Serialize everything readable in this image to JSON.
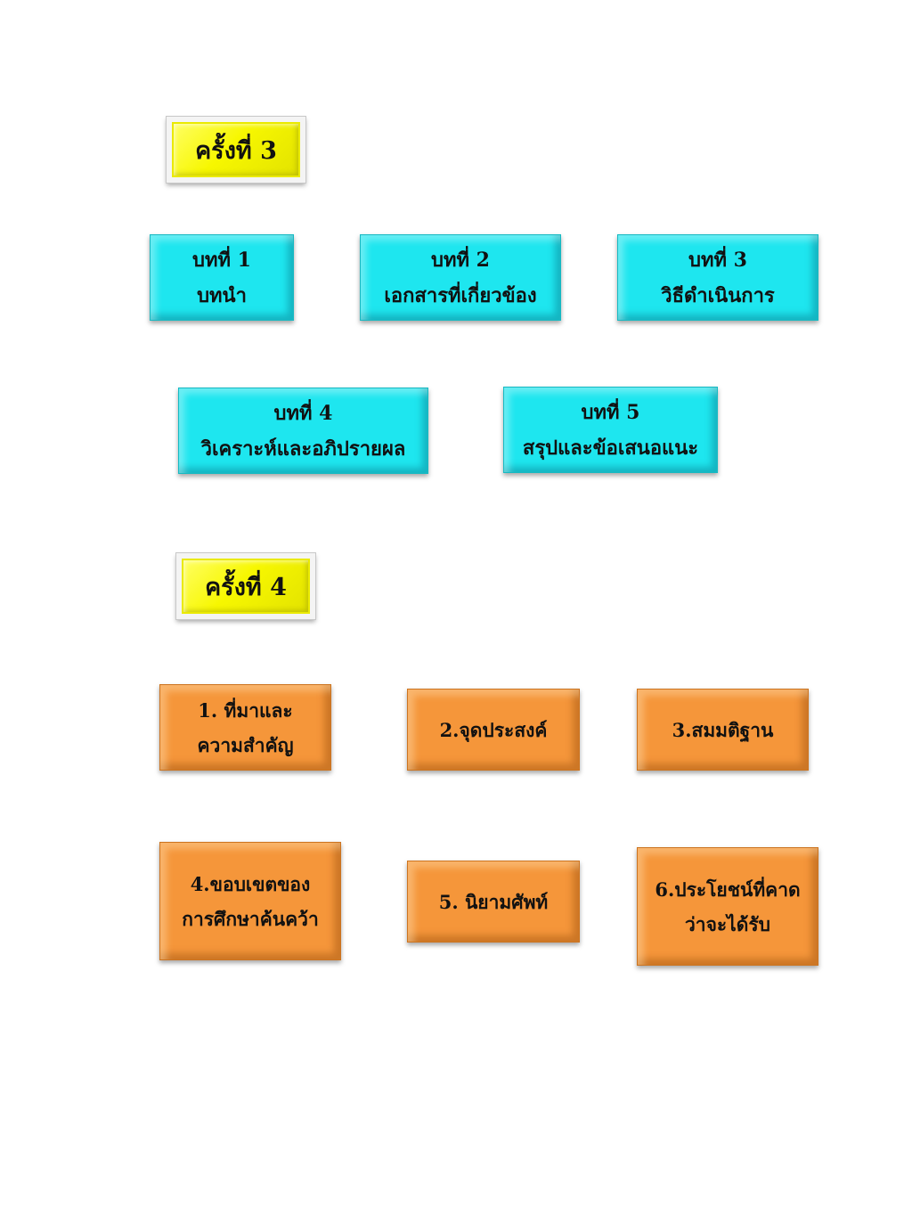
{
  "session3": {
    "label": "ครั้งที่ 3",
    "chapters": [
      {
        "title": "บทที่  1",
        "subtitle": "บทนำ"
      },
      {
        "title": "บทที่  2",
        "subtitle": "เอกสารที่เกี่ยวข้อง"
      },
      {
        "title": "บทที่  3",
        "subtitle": "วิธีดำเนินการ"
      },
      {
        "title": "บทที่  4",
        "subtitle": "วิเคราะห์และอภิปรายผล"
      },
      {
        "title": "บทที่  5",
        "subtitle": "สรุปและข้อเสนอแนะ"
      }
    ]
  },
  "session4": {
    "label": "ครั้งที่ 4",
    "topics": [
      {
        "line1": "1. ที่มาและ",
        "line2": "ความสำคัญ"
      },
      {
        "line1": "2.จุดประสงค์",
        "line2": ""
      },
      {
        "line1": "3.สมมติฐาน",
        "line2": ""
      },
      {
        "line1": "4.ขอบเขตของ",
        "line2": "การศึกษาค้นคว้า"
      },
      {
        "line1": "5. นิยามศัพท์",
        "line2": ""
      },
      {
        "line1": "6.ประโยชน์ที่คาด",
        "line2": "ว่าจะได้รับ"
      }
    ]
  },
  "colors": {
    "yellow": "#f7f700",
    "cyan": "#1ee6ef",
    "orange": "#f5963a"
  }
}
